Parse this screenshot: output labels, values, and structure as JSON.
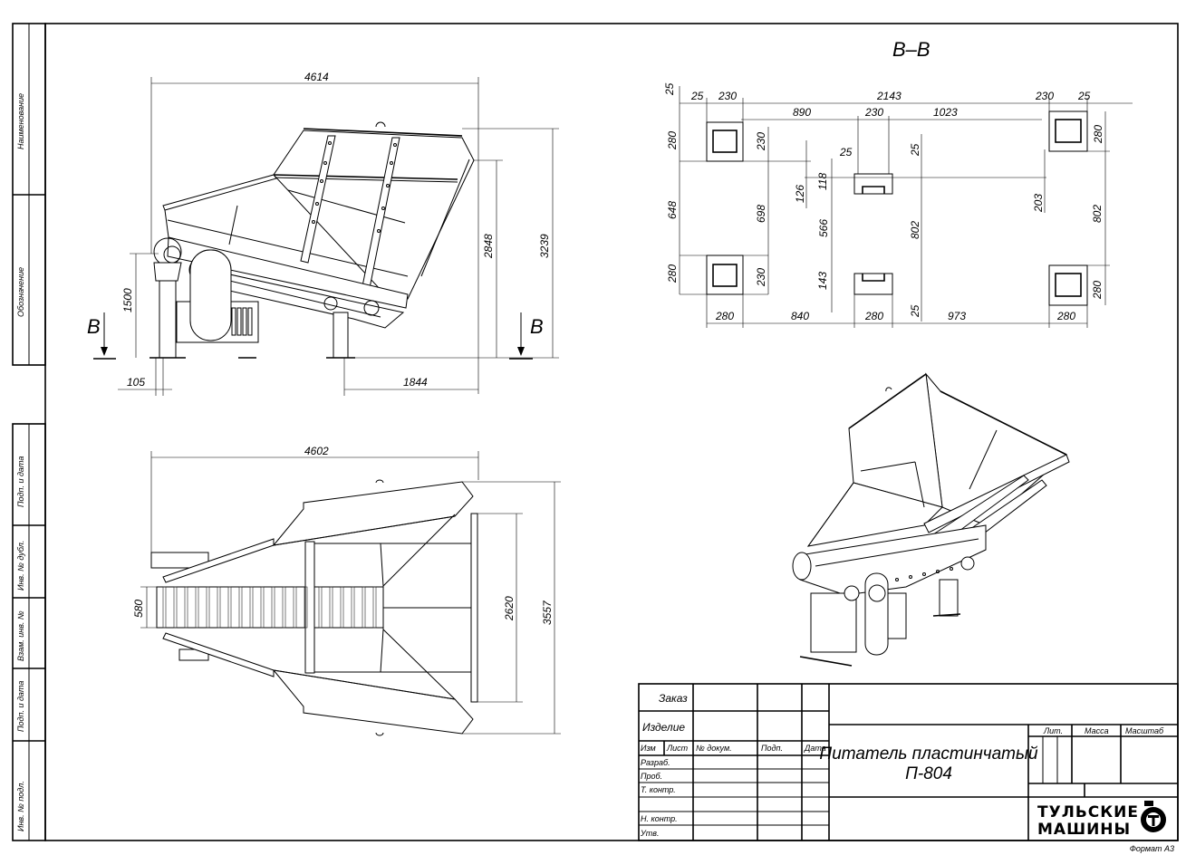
{
  "side_stamp": [
    "Наименование",
    "Обозначение",
    "Подп. и дата",
    "Инв. № дубл.",
    "Взам. инв. №",
    "Подп. и дата",
    "Инв. № подл."
  ],
  "side_view": {
    "section_mark_left": "B",
    "section_mark_right": "B",
    "dims": {
      "overall_length": "4614",
      "height_hopper": "2848",
      "height_total": "3239",
      "height_drive": "1500",
      "offset_left": "105",
      "offset_right": "1844"
    }
  },
  "top_view": {
    "dims": {
      "length": "4602",
      "width_inner": "2620",
      "width_total": "3557",
      "belt_width": "580"
    }
  },
  "section_view": {
    "title": "B–B",
    "dims": [
      "25",
      "25",
      "230",
      "2143",
      "230",
      "25",
      "890",
      "230",
      "1023",
      "280",
      "230",
      "25",
      "25",
      "280",
      "126",
      "118",
      "203",
      "648",
      "698",
      "566",
      "802",
      "802",
      "280",
      "230",
      "143",
      "25",
      "280",
      "280",
      "840",
      "280",
      "973",
      "280"
    ]
  },
  "title_block": {
    "order": "Заказ",
    "product": "Изделие",
    "col_headers": [
      "Изм",
      "Лист",
      "№ докум.",
      "Подп.",
      "Дата"
    ],
    "roles": [
      "Разраб.",
      "Проб.",
      "Т. контр.",
      "",
      "Н. контр.",
      "Утв."
    ],
    "name_line1": "Питатель пластинчатый",
    "name_line2": "П-804",
    "lit": "Лит.",
    "mass": "Масса",
    "scale": "Масштаб",
    "logo_line1": "ТУЛЬСКИЕ",
    "logo_line2": "МАШИНЫ",
    "format": "Формат А3"
  }
}
